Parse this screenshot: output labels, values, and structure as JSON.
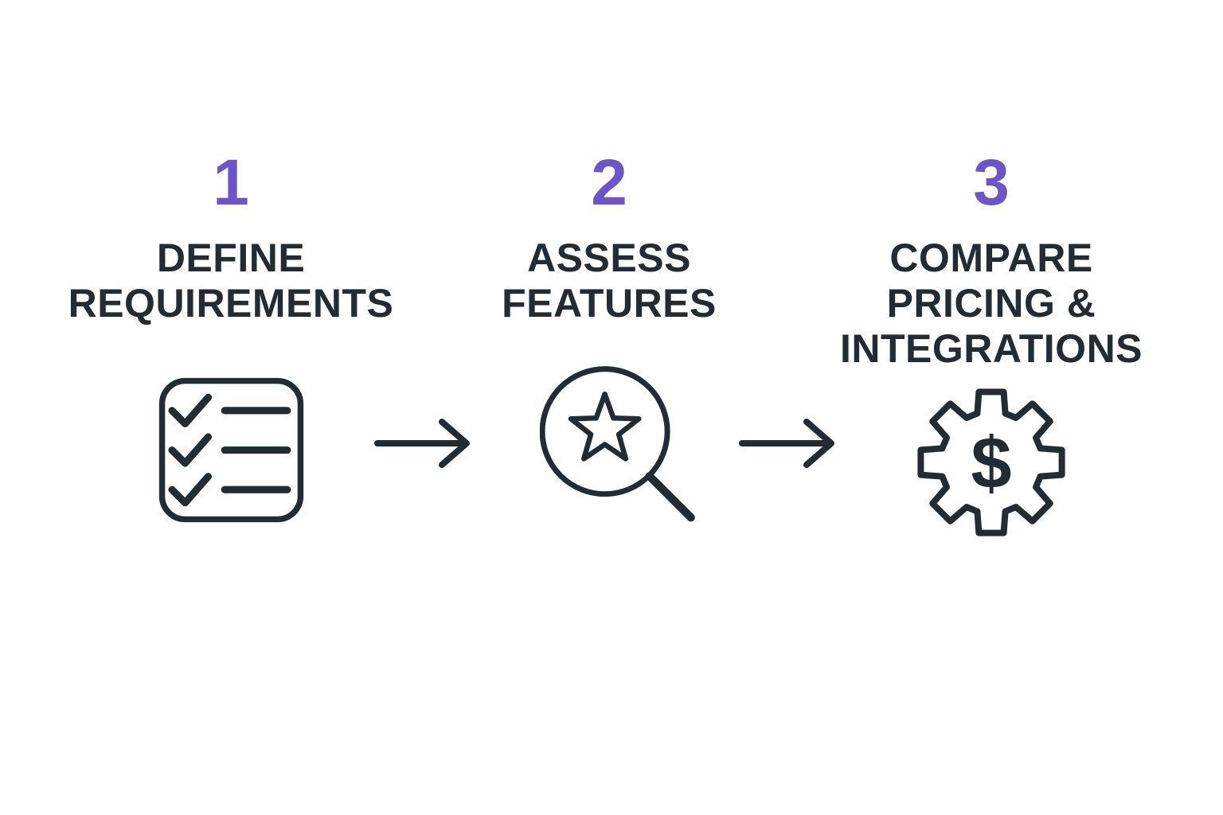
{
  "infographic": {
    "type": "three-step-process",
    "background_color": "#FFFFFF",
    "accent_color": "#6D55C8",
    "ink_color": "#242C33"
  },
  "steps": [
    {
      "number": "1",
      "title_lines": [
        "DEFINE",
        "REQUIREMENTS"
      ],
      "icon": "checklist-icon"
    },
    {
      "number": "2",
      "title_lines": [
        "ASSESS",
        "FEATURES"
      ],
      "icon": "star-search-icon"
    },
    {
      "number": "3",
      "title_lines": [
        "COMPARE",
        "PRICING &",
        "INTEGRATIONS"
      ],
      "icon": "gear-dollar-icon",
      "icon_symbol": "$"
    }
  ],
  "arrows": [
    {
      "icon": "arrow-right-icon"
    },
    {
      "icon": "arrow-right-icon"
    }
  ]
}
